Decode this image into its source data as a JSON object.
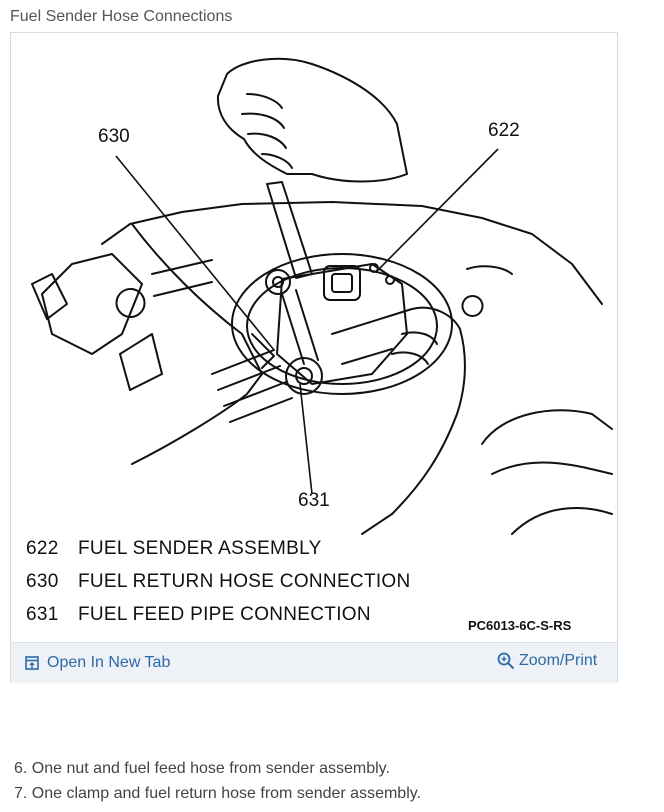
{
  "page": {
    "title": "Fuel Sender Hose Connections"
  },
  "figure": {
    "callouts": {
      "c630": "630",
      "c622": "622",
      "c631": "631"
    },
    "legend": [
      {
        "code": "622",
        "text": "FUEL SENDER ASSEMBLY"
      },
      {
        "code": "630",
        "text": "FUEL RETURN HOSE CONNECTION"
      },
      {
        "code": "631",
        "text": "FUEL FEED PIPE CONNECTION"
      }
    ],
    "figure_code": "PC6013-6C-S-RS"
  },
  "toolbar": {
    "open_tab_label": "Open In New Tab",
    "zoom_label": "Zoom/Print",
    "link_color": "#2d6aa6"
  },
  "steps": [
    "6. One nut and fuel feed hose from sender assembly.",
    "7. One clamp and fuel return hose from sender assembly."
  ]
}
